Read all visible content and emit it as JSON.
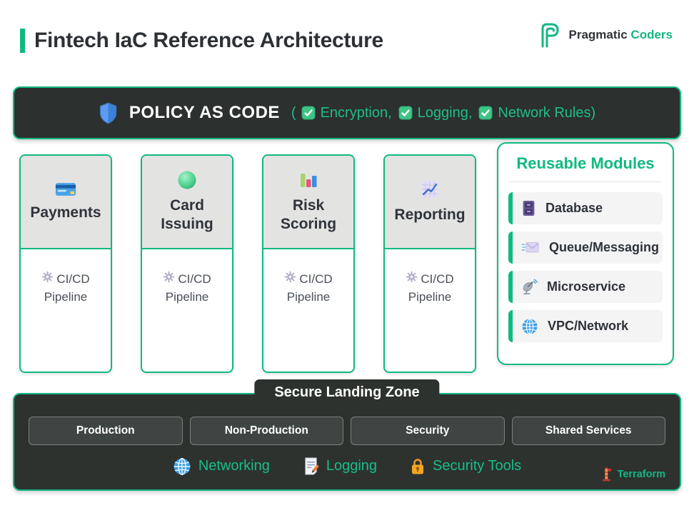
{
  "header": {
    "title": "Fintech IaC Reference Architecture",
    "brand": {
      "name": "Pragmatic",
      "accent": "Coders",
      "logo_icon": "p-logo-icon"
    }
  },
  "policy": {
    "icon": "shield-icon",
    "title": "POLICY AS CODE",
    "paren_open": "(",
    "check_icon": "checkbox-icon",
    "items": [
      "Encryption,",
      "Logging,",
      "Network Rules)"
    ]
  },
  "cards": [
    {
      "title": "Payments",
      "icon": "credit-card-icon",
      "pipeline_icon": "gear-icon",
      "pipeline": "CI/CD Pipeline"
    },
    {
      "title": "Card Issuing",
      "icon": "green-sphere-icon",
      "pipeline_icon": "gear-icon",
      "pipeline": "CI/CD Pipeline"
    },
    {
      "title": "Risk Scoring",
      "icon": "bar-chart-icon",
      "pipeline_icon": "gear-icon",
      "pipeline": "CI/CD Pipeline"
    },
    {
      "title": "Reporting",
      "icon": "trend-chart-icon",
      "pipeline_icon": "gear-icon",
      "pipeline": "CI/CD Pipeline"
    }
  ],
  "modules": {
    "title": "Reusable Modules",
    "items": [
      {
        "label": "Database",
        "icon": "file-cabinet-icon"
      },
      {
        "label": "Queue/Messaging",
        "icon": "envelope-icon"
      },
      {
        "label": "Microservice",
        "icon": "satellite-dish-icon"
      },
      {
        "label": "VPC/Network",
        "icon": "globe-icon"
      }
    ]
  },
  "landing_zone": {
    "title": "Secure Landing Zone",
    "environments": [
      "Production",
      "Non-Production",
      "Security",
      "Shared Services"
    ],
    "services": [
      {
        "label": "Networking",
        "icon": "globe-icon"
      },
      {
        "label": "Logging",
        "icon": "memo-icon"
      },
      {
        "label": "Security Tools",
        "icon": "lock-icon"
      }
    ],
    "tool": {
      "name": "Terraform",
      "icon": "tower-icon"
    }
  },
  "colors": {
    "accent_green": "#10b981",
    "text_green": "#1fbd88",
    "dark_panel": "#2d322f",
    "card_header_bg": "#e3e3e1",
    "env_box_bg": "#3f4543"
  }
}
